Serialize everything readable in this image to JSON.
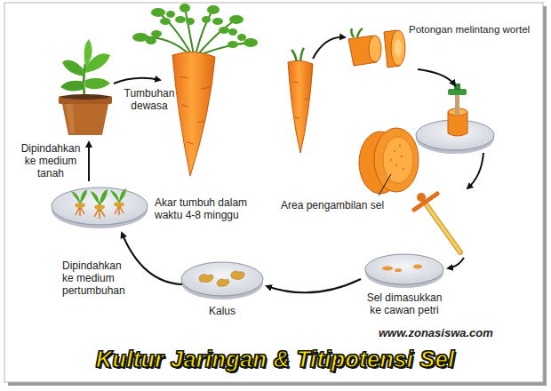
{
  "diagram": {
    "title": "Kultur Jaringan & Titipotensi Sel",
    "labels": [
      "Potongan melintang wortel",
      "Tumbuhan dewasa",
      "Dipindahkan ke medium tanah",
      "Akar tumbuh dalam waktu 4-8 minggu",
      "Area pengambilan sel",
      "Dipindahkan ke medium pertumbuhan",
      "Sel dimasukkan ke cawan petri",
      "Kalus",
      "www.zonasiswa.com"
    ]
  }
}
